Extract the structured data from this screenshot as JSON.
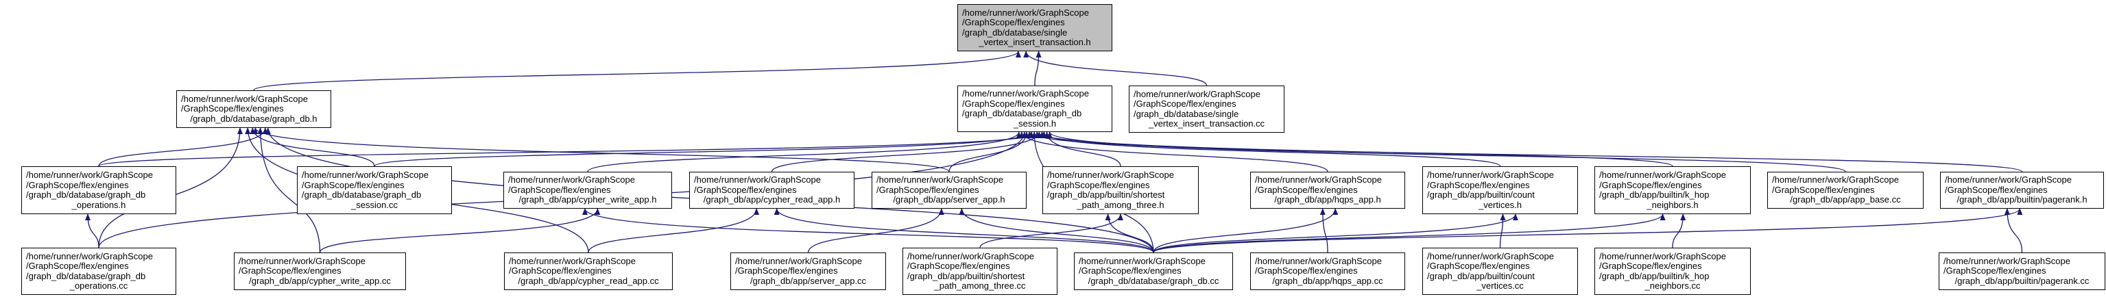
{
  "graph": {
    "edge_color": "#191970",
    "root_fill": "#bfbfbf",
    "nodes": [
      {
        "id": "root",
        "lines": [
          "/home/runner/work/GraphScope",
          "/GraphScope/flex/engines",
          "/graph_db/database/single",
          "_vertex_insert_transaction.h"
        ],
        "highlighted": true
      },
      {
        "id": "graph_db_h",
        "lines": [
          "/home/runner/work/GraphScope",
          "/GraphScope/flex/engines",
          "/graph_db/database/graph_db.h"
        ]
      },
      {
        "id": "session_h",
        "lines": [
          "/home/runner/work/GraphScope",
          "/GraphScope/flex/engines",
          "/graph_db/database/graph_db",
          "_session.h"
        ]
      },
      {
        "id": "svit_cc",
        "lines": [
          "/home/runner/work/GraphScope",
          "/GraphScope/flex/engines",
          "/graph_db/database/single",
          "_vertex_insert_transaction.cc"
        ]
      },
      {
        "id": "operations_h",
        "lines": [
          "/home/runner/work/GraphScope",
          "/GraphScope/flex/engines",
          "/graph_db/database/graph_db",
          "_operations.h"
        ]
      },
      {
        "id": "session_cc",
        "lines": [
          "/home/runner/work/GraphScope",
          "/GraphScope/flex/engines",
          "/graph_db/database/graph_db",
          "_session.cc"
        ]
      },
      {
        "id": "cypher_write_h",
        "lines": [
          "/home/runner/work/GraphScope",
          "/GraphScope/flex/engines",
          "/graph_db/app/cypher_write_app.h"
        ]
      },
      {
        "id": "cypher_read_h",
        "lines": [
          "/home/runner/work/GraphScope",
          "/GraphScope/flex/engines",
          "/graph_db/app/cypher_read_app.h"
        ]
      },
      {
        "id": "server_app_h",
        "lines": [
          "/home/runner/work/GraphScope",
          "/GraphScope/flex/engines",
          "/graph_db/app/server_app.h"
        ]
      },
      {
        "id": "shortest_h",
        "lines": [
          "/home/runner/work/GraphScope",
          "/GraphScope/flex/engines",
          "/graph_db/app/builtin/shortest",
          "_path_among_three.h"
        ]
      },
      {
        "id": "hqps_h",
        "lines": [
          "/home/runner/work/GraphScope",
          "/GraphScope/flex/engines",
          "/graph_db/app/hqps_app.h"
        ]
      },
      {
        "id": "count_h",
        "lines": [
          "/home/runner/work/GraphScope",
          "/GraphScope/flex/engines",
          "/graph_db/app/builtin/count",
          "_vertices.h"
        ]
      },
      {
        "id": "khop_h",
        "lines": [
          "/home/runner/work/GraphScope",
          "/GraphScope/flex/engines",
          "/graph_db/app/builtin/k_hop",
          "_neighbors.h"
        ]
      },
      {
        "id": "app_base_cc",
        "lines": [
          "/home/runner/work/GraphScope",
          "/GraphScope/flex/engines",
          "/graph_db/app/app_base.cc"
        ]
      },
      {
        "id": "pagerank_h",
        "lines": [
          "/home/runner/work/GraphScope",
          "/GraphScope/flex/engines",
          "/graph_db/app/builtin/pagerank.h"
        ]
      },
      {
        "id": "operations_cc",
        "lines": [
          "/home/runner/work/GraphScope",
          "/GraphScope/flex/engines",
          "/graph_db/database/graph_db",
          "_operations.cc"
        ]
      },
      {
        "id": "cypher_write_cc",
        "lines": [
          "/home/runner/work/GraphScope",
          "/GraphScope/flex/engines",
          "/graph_db/app/cypher_write_app.cc"
        ]
      },
      {
        "id": "cypher_read_cc",
        "lines": [
          "/home/runner/work/GraphScope",
          "/GraphScope/flex/engines",
          "/graph_db/app/cypher_read_app.cc"
        ]
      },
      {
        "id": "server_app_cc",
        "lines": [
          "/home/runner/work/GraphScope",
          "/GraphScope/flex/engines",
          "/graph_db/app/server_app.cc"
        ]
      },
      {
        "id": "shortest_cc",
        "lines": [
          "/home/runner/work/GraphScope",
          "/GraphScope/flex/engines",
          "/graph_db/app/builtin/shortest",
          "_path_among_three.cc"
        ]
      },
      {
        "id": "graph_db_cc",
        "lines": [
          "/home/runner/work/GraphScope",
          "/GraphScope/flex/engines",
          "/graph_db/database/graph_db.cc"
        ]
      },
      {
        "id": "hqps_cc",
        "lines": [
          "/home/runner/work/GraphScope",
          "/GraphScope/flex/engines",
          "/graph_db/app/hqps_app.cc"
        ]
      },
      {
        "id": "count_cc",
        "lines": [
          "/home/runner/work/GraphScope",
          "/GraphScope/flex/engines",
          "/graph_db/app/builtin/count",
          "_vertices.cc"
        ]
      },
      {
        "id": "khop_cc",
        "lines": [
          "/home/runner/work/GraphScope",
          "/GraphScope/flex/engines",
          "/graph_db/app/builtin/k_hop",
          "_neighbors.cc"
        ]
      },
      {
        "id": "pagerank_cc",
        "lines": [
          "/home/runner/work/GraphScope",
          "/GraphScope/flex/engines",
          "/graph_db/app/builtin/pagerank.cc"
        ]
      }
    ],
    "edges": [
      [
        "graph_db_h",
        "root"
      ],
      [
        "session_h",
        "root"
      ],
      [
        "svit_cc",
        "root"
      ],
      [
        "operations_h",
        "graph_db_h"
      ],
      [
        "session_cc",
        "graph_db_h"
      ],
      [
        "operations_cc",
        "graph_db_h"
      ],
      [
        "cypher_write_cc",
        "graph_db_h"
      ],
      [
        "cypher_read_cc",
        "graph_db_h"
      ],
      [
        "graph_db_cc",
        "graph_db_h"
      ],
      [
        "server_app_h",
        "graph_db_h"
      ],
      [
        "operations_cc",
        "operations_h"
      ],
      [
        "operations_h",
        "session_h"
      ],
      [
        "session_cc",
        "session_h"
      ],
      [
        "cypher_write_h",
        "session_h"
      ],
      [
        "cypher_read_h",
        "session_h"
      ],
      [
        "server_app_h",
        "session_h"
      ],
      [
        "shortest_h",
        "session_h"
      ],
      [
        "graph_db_cc",
        "session_h"
      ],
      [
        "hqps_h",
        "session_h"
      ],
      [
        "count_h",
        "session_h"
      ],
      [
        "khop_h",
        "session_h"
      ],
      [
        "app_base_cc",
        "session_h"
      ],
      [
        "pagerank_h",
        "session_h"
      ],
      [
        "operations_cc",
        "session_h"
      ],
      [
        "cypher_write_cc",
        "cypher_write_h"
      ],
      [
        "graph_db_cc",
        "cypher_write_h"
      ],
      [
        "cypher_read_cc",
        "cypher_read_h"
      ],
      [
        "graph_db_cc",
        "cypher_read_h"
      ],
      [
        "server_app_cc",
        "server_app_h"
      ],
      [
        "graph_db_cc",
        "server_app_h"
      ],
      [
        "shortest_cc",
        "shortest_h"
      ],
      [
        "graph_db_cc",
        "shortest_h"
      ],
      [
        "graph_db_cc",
        "hqps_h"
      ],
      [
        "hqps_cc",
        "hqps_h"
      ],
      [
        "graph_db_cc",
        "count_h"
      ],
      [
        "count_cc",
        "count_h"
      ],
      [
        "graph_db_cc",
        "khop_h"
      ],
      [
        "khop_cc",
        "khop_h"
      ],
      [
        "graph_db_cc",
        "pagerank_h"
      ],
      [
        "pagerank_cc",
        "pagerank_h"
      ]
    ]
  }
}
